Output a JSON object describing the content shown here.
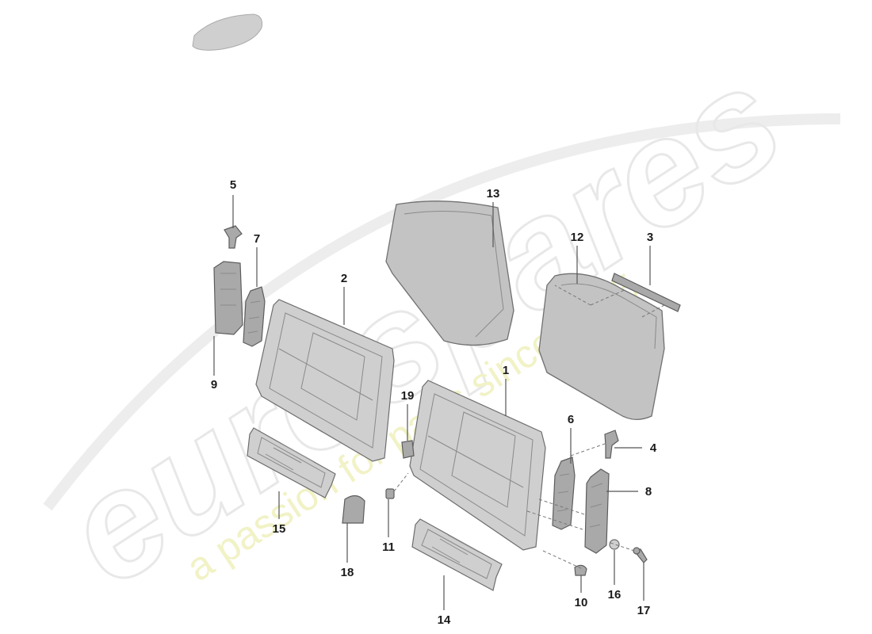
{
  "watermark": {
    "brand": "eurospares",
    "tagline": "a passion for parts since 1985"
  },
  "callouts": {
    "c1": "1",
    "c2": "2",
    "c3": "3",
    "c4": "4",
    "c5": "5",
    "c6": "6",
    "c7": "7",
    "c8": "8",
    "c9": "9",
    "c10": "10",
    "c11": "11",
    "c12": "12",
    "c13": "13",
    "c14": "14",
    "c15": "15",
    "c16": "16",
    "c17": "17",
    "c18": "18",
    "c19": "19"
  }
}
